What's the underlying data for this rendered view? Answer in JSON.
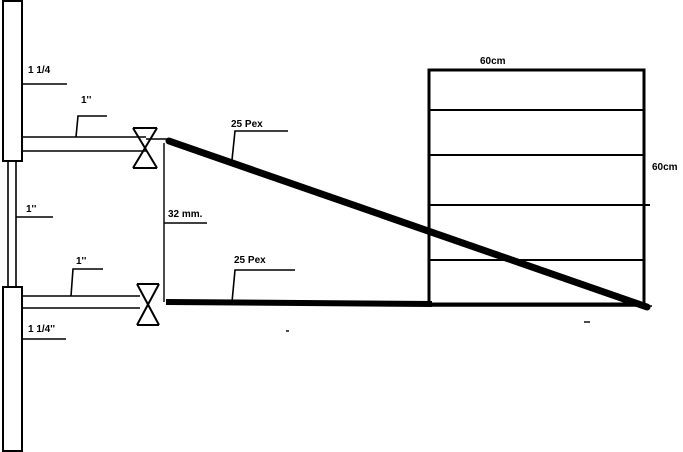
{
  "diagram": {
    "labels": {
      "upper_main_pipe": "1 1/4",
      "upper_branch": "1''",
      "riser_between": "1''",
      "lower_branch": "1''",
      "lower_main_pipe": "1 1/4''",
      "upper_pex": "25 Pex",
      "lower_pex": "25 Pex",
      "gap": "32 mm.",
      "radiator_width": "60cm",
      "radiator_height": "60cm"
    },
    "colors": {
      "ink": "#000000",
      "background": "#ffffff"
    }
  }
}
